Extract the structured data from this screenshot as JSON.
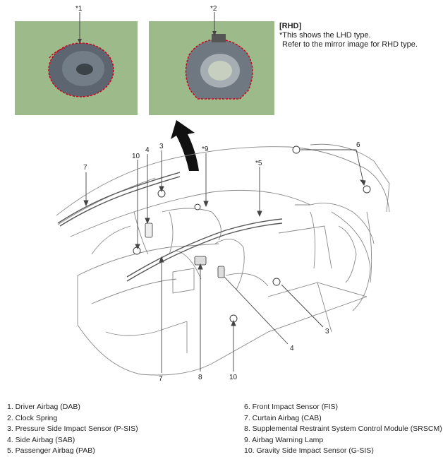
{
  "callouts": {
    "top1": "*1",
    "top2": "*2",
    "n3a": "3",
    "n4a": "4",
    "n10a": "10",
    "n9": "*9",
    "n5": "*5",
    "n6": "6",
    "n7a": "7",
    "n3b": "3",
    "n4b": "4",
    "n7b": "7",
    "n8": "8",
    "n10b": "10"
  },
  "note": {
    "title": "[RHD]",
    "line1": "*This shows the LHD type.",
    "line2": "Refer to the mirror image for RHD type."
  },
  "legend": {
    "left": [
      "1. Driver Airbag (DAB)",
      "2. Clock Spring",
      "3. Pressure Side Impact Sensor (P-SIS)",
      "4. Side Airbag (SAB)",
      "5. Passenger Airbag (PAB)"
    ],
    "right": [
      "6. Front Impact Sensor (FIS)",
      "7. Curtain Airbag (CAB)",
      "8. Supplemental Restraint System Control Module (SRSCM)",
      "9. Airbag Warning Lamp",
      "10. Gravity Side Impact Sensor (G-SIS)"
    ]
  },
  "colors": {
    "panel_bg": "#9dba8a",
    "outline_red": "#d0021b",
    "line": "#555555"
  }
}
